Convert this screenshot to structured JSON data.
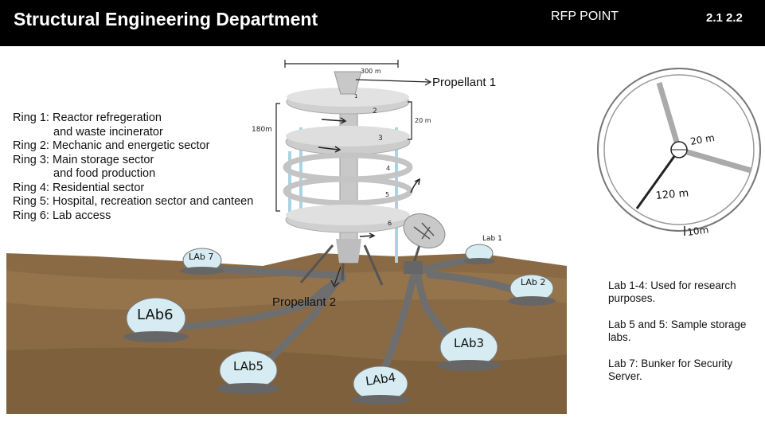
{
  "header": {
    "title": "Structural Engineering Department",
    "center_label": "RFP POINT",
    "section_numbers": "2.1 2.2"
  },
  "ring_legend": {
    "ring1_line1": "Ring 1: Reactor refregeration",
    "ring1_line2": "and waste incinerator",
    "ring2": "Ring 2: Mechanic and energetic sector",
    "ring3_line1": "Ring 3: Main storage sector",
    "ring3_line2": "and food production",
    "ring4": "Ring 4: Residential sector",
    "ring5": "Ring 5: Hospital, recreation sector and canteen",
    "ring6": "Ring 6: Lab access"
  },
  "tower": {
    "width_label": "300 m",
    "height_label": "180m",
    "ring_spacing_label": "20 m",
    "ring_numbers": [
      "1",
      "2",
      "3",
      "4",
      "5",
      "6"
    ],
    "propellant_top": "Propellant 1",
    "propellant_bottom": "Propellant 2"
  },
  "wheel": {
    "hub_label": "20 m",
    "spoke_label": "120 m",
    "rim_label": "10m"
  },
  "labs": {
    "lab1": "Lab 1",
    "lab2": "LAb 2",
    "lab3": "LAb3",
    "lab4": "LAb4",
    "lab5": "LAb5",
    "lab6": "LAb6",
    "lab7": "LAb 7"
  },
  "lab_notes": {
    "note1": "Lab 1-4: Used for research purposes.",
    "note2": "Lab 5 and 5: Sample storage labs.",
    "note3": "Lab 7: Bunker for Security Server."
  },
  "colors": {
    "header_bg": "#000000",
    "ground": "#8a6a44",
    "tunnel": "#6e6e6e",
    "dome": "#d6ecf2",
    "structure": "#cfcfcf"
  }
}
